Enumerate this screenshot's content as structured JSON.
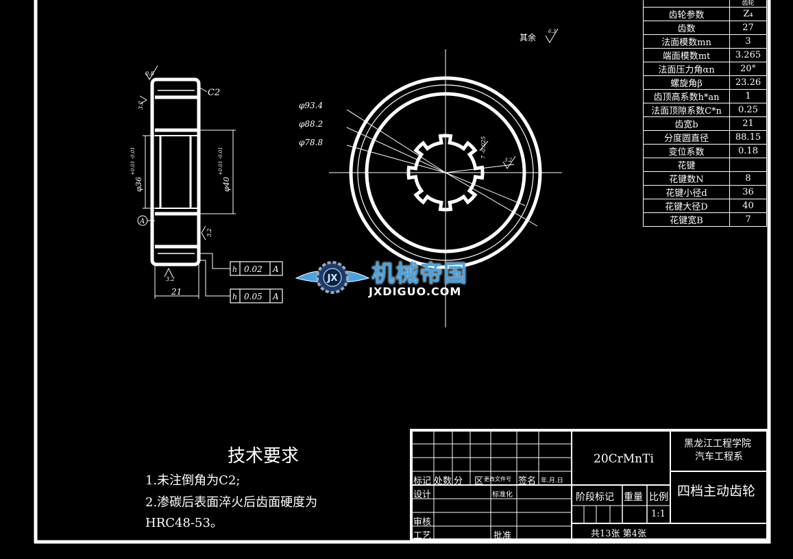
{
  "param_table": {
    "header_cut": "齿轮",
    "rows": [
      {
        "label": "齿轮参数",
        "value": "Z₄"
      },
      {
        "label": "齿数",
        "value": "27"
      },
      {
        "label": "法面模数mn",
        "value": "3"
      },
      {
        "label": "端面模数mt",
        "value": "3.265"
      },
      {
        "label": "法面压力角αn",
        "value": "20°"
      },
      {
        "label": "螺旋角β",
        "value": "23.26"
      },
      {
        "label": "齿顶高系数h*an",
        "value": "1"
      },
      {
        "label": "法面顶隙系数C*n",
        "value": "0.25"
      },
      {
        "label": "齿宽b",
        "value": "21"
      },
      {
        "label": "分度圆直径",
        "value": "88.15"
      },
      {
        "label": "变位系数",
        "value": "0.18"
      },
      {
        "label": "花键",
        "value": ""
      },
      {
        "label": "花键数N",
        "value": "8"
      },
      {
        "label": "花键小径d",
        "value": "36"
      },
      {
        "label": "花键大径D",
        "value": "40"
      },
      {
        "label": "花键宽B",
        "value": "7"
      }
    ]
  },
  "annotations": {
    "rest_roughness": "其余",
    "rest_roughness_value": "6.3",
    "chamfer": "C2",
    "rough_top": "0.8",
    "rough_left": "3.2",
    "rough_right": "3.2",
    "rough_bottom": "3.2",
    "dia_inner": "φ36",
    "dia_inner_tol": "+0.01 -0.01",
    "dia_outer_bore": "φ40",
    "dia_outer_bore_tol": "+0.01 -0.01",
    "datum": "A",
    "width": "21",
    "tol1_value": "0.02",
    "tol1_datum": "A",
    "tol2_value": "0.05",
    "tol2_datum": "A",
    "d_tip": "φ93.4",
    "d_pitch": "φ88.2",
    "d_root": "φ78.8",
    "spline_width_tol": "7 -0.025",
    "spline_rough": "3.2"
  },
  "tech": {
    "title": "技术要求",
    "line1": "1.未注倒角为C2;",
    "line2": "2.渗碳后表面淬火后齿面硬度为",
    "line3": "HRC48-53。"
  },
  "title_block": {
    "material": "20CrMnTi",
    "school_line1": "黑龙江工程学院",
    "school_line2": "汽车工程系",
    "part_name": "四档主动齿轮",
    "mark": "标记",
    "count": "处数",
    "zone": "分",
    "zone2": "区",
    "change_doc": "更改文件号",
    "sign": "签名",
    "date": "年.月.日",
    "design": "设计",
    "standard": "标准化",
    "review": "审核",
    "process": "工艺",
    "approve": "批准",
    "stage_mark": "阶段标记",
    "weight": "重量",
    "scale_label": "比例",
    "scale_value": "1:1",
    "sheets": "共13张 第4张"
  },
  "watermark": {
    "logo_letters": "JX",
    "cn": "机械帝国",
    "en": "JXDIGUO.COM"
  }
}
